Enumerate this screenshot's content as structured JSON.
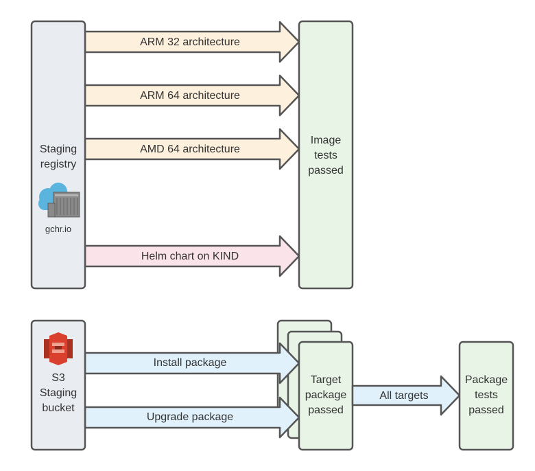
{
  "colors": {
    "gray_box": "#e9edf1",
    "green_box": "#e8f4e6",
    "orange_arrow": "#fdf0dc",
    "pink_arrow": "#fbe3ea",
    "blue_arrow": "#e0f1fb",
    "stroke": "#555555",
    "text": "#333333",
    "cloud_blue": "#5ab4dd",
    "s3_red": "#d9412e"
  },
  "top_section": {
    "registry": {
      "label_line1": "Staging",
      "label_line2": "registry",
      "logo_caption": "gchr.io",
      "icon": "cloud-registry-icon"
    },
    "arrows": [
      {
        "label": "ARM 32 architecture"
      },
      {
        "label": "ARM 64 architecture"
      },
      {
        "label": "AMD 64 architecture"
      },
      {
        "label": "Helm chart on KIND"
      }
    ],
    "result": {
      "line1": "Image",
      "line2": "tests",
      "line3": "passed"
    }
  },
  "bottom_section": {
    "bucket": {
      "label_line1": "S3",
      "label_line2": "Staging",
      "label_line3": "bucket",
      "icon": "s3-bucket-icon"
    },
    "arrows": [
      {
        "label": "Install package"
      },
      {
        "label": "Upgrade package"
      }
    ],
    "target": {
      "line1": "Target",
      "line2": "package",
      "line3": "passed"
    },
    "all_targets_arrow": {
      "label": "All targets"
    },
    "final": {
      "line1": "Package",
      "line2": "tests",
      "line3": "passed"
    }
  }
}
